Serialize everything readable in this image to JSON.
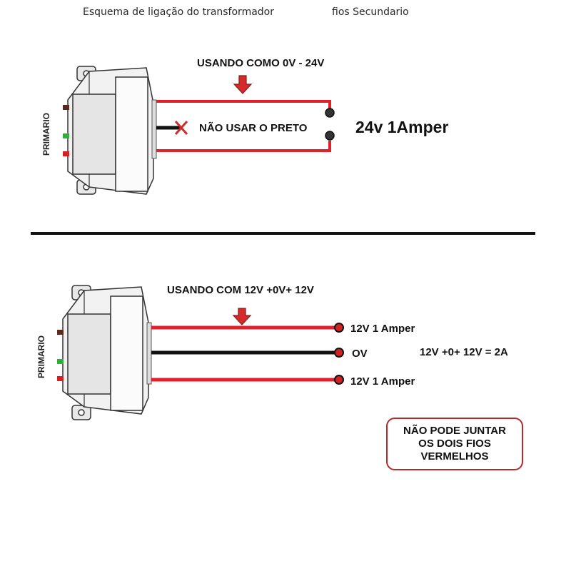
{
  "header": {
    "title": "Esquema de ligação do transformador",
    "subtitle": "fios Secundario"
  },
  "diagram1": {
    "heading": "USANDO COMO 0V - 24V",
    "primary_label": "PRIMARIO",
    "warning": "NÃO USAR O PRETO",
    "output": "24v 1Amper"
  },
  "diagram2": {
    "heading": "USANDO COM 12V +0V+ 12V",
    "primary_label": "PRIMARIO",
    "out_top": "12V 1 Amper",
    "out_mid": "OV",
    "out_bottom": "12V 1 Amper",
    "formula": "12V +0+ 12V  = 2A",
    "note_lines": [
      "NÃO PODE JUNTAR",
      "OS DOIS FIOS",
      "VERMELHOS"
    ]
  },
  "colors": {
    "wire_red": "#e0202a",
    "wire_black": "#111111",
    "arrow": "#d42a2a",
    "box_border": "#b22a2a",
    "primary_green": "#2fae3a",
    "primary_red": "#d42020",
    "primary_brown": "#5a2a20"
  }
}
